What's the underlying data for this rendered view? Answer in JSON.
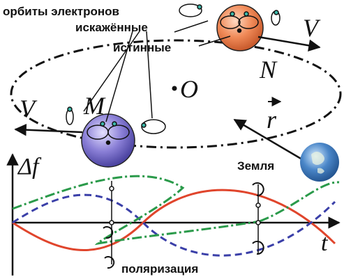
{
  "labels": {
    "electron_orbits": "орбиты электронов",
    "distorted": "искажённые",
    "true_orbits": "истинные",
    "polarization": "поляризация",
    "earth": "Земля",
    "velocity_right": "V",
    "velocity_left": "V",
    "star_n": "N",
    "star_m": "M",
    "center": "O",
    "radius_vector": "r",
    "freq_shift": "Δf",
    "time": "t"
  },
  "colors": {
    "star_n": "#f08a58",
    "star_m": "#8a7fd6",
    "curve_red": "#e0452c",
    "curve_blue": "#3a3fa8",
    "curve_green": "#2a9a4a",
    "electron": "#3bb8a8",
    "earth": "#4a86c8"
  },
  "icons": [
    "electron-orbit-icon",
    "rotation-arrow-icon",
    "earth-globe-icon"
  ]
}
